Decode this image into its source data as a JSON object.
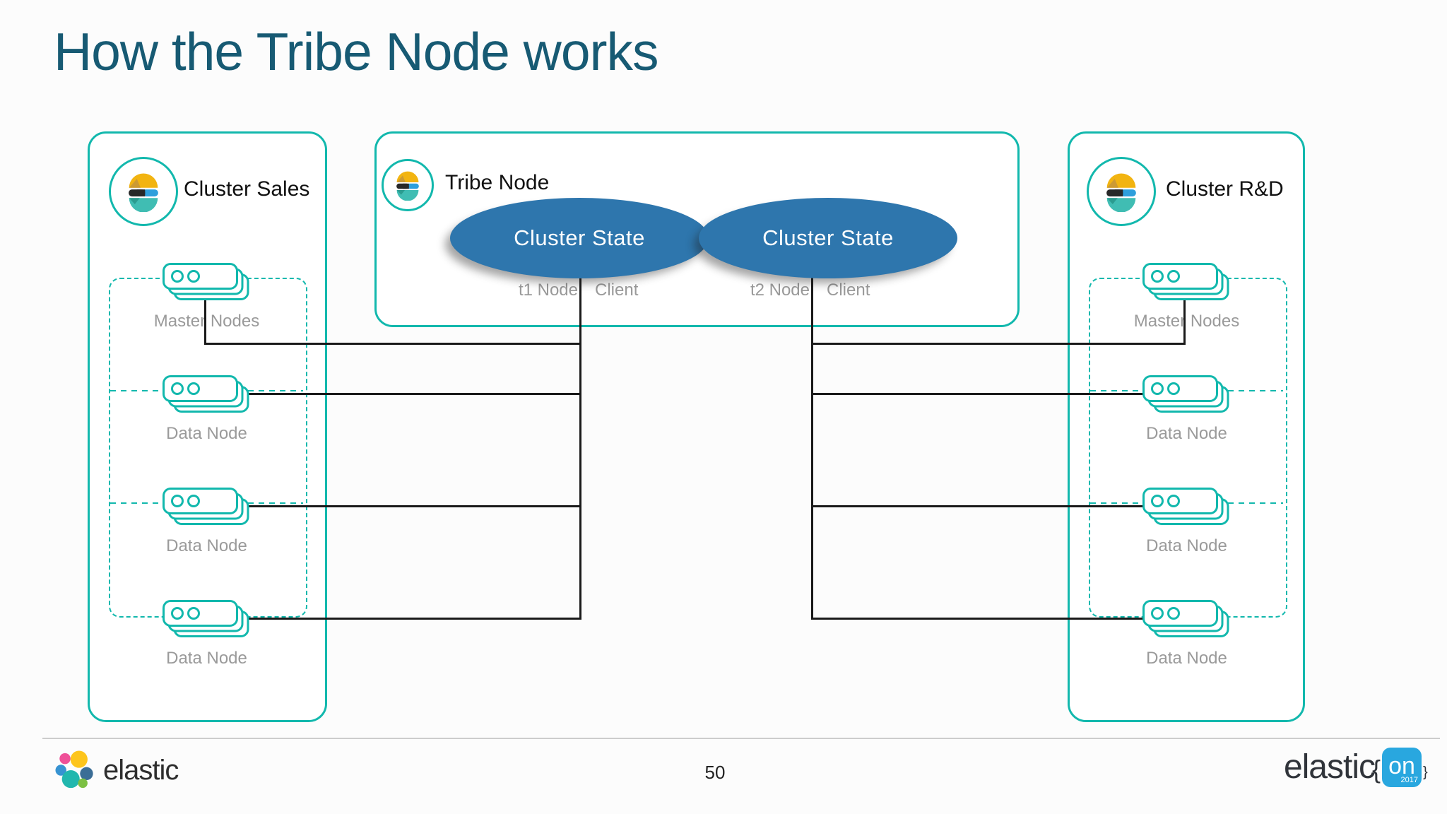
{
  "slide": {
    "title": "How the Tribe Node works",
    "page_number": "50"
  },
  "clusters": {
    "left": {
      "label": "Cluster Sales",
      "rows": [
        "Master Nodes",
        "Data Node",
        "Data Node",
        "Data Node"
      ]
    },
    "right": {
      "label": "Cluster R&D",
      "rows": [
        "Master Nodes",
        "Data Node",
        "Data Node",
        "Data Node"
      ]
    }
  },
  "tribe": {
    "label": "Tribe Node",
    "states": [
      {
        "label": "Cluster State",
        "node": "t1 Node",
        "client": "Client"
      },
      {
        "label": "Cluster State",
        "node": "t2 Node",
        "client": "Client"
      }
    ]
  },
  "footer": {
    "brand": "elastic",
    "event": {
      "name": "elastic",
      "brace_open": "{",
      "badge": "on",
      "year": "2017",
      "brace_close": "}"
    }
  },
  "colors": {
    "accent_teal": "#12b8ad",
    "title": "#175a73",
    "state_blue": "#2e76ad",
    "label_gray": "#9a9a9a",
    "line_black": "#1a1a1a",
    "event_blue": "#29a7df"
  }
}
